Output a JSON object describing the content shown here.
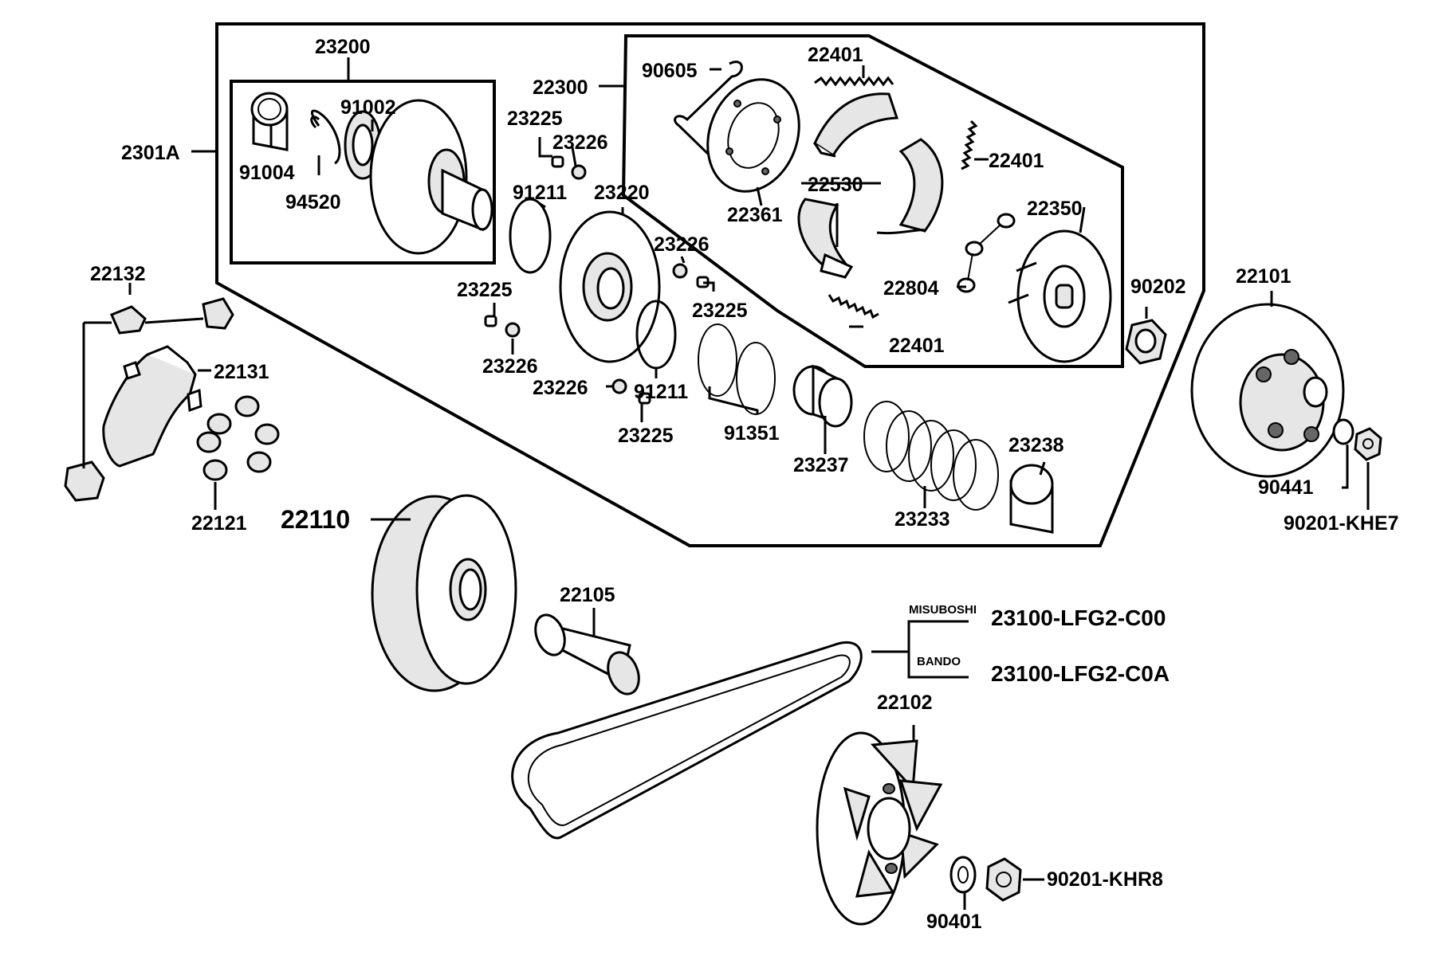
{
  "labels": {
    "p23200": "23200",
    "p91002": "91002",
    "p91004": "91004",
    "p94520": "94520",
    "p2301A": "2301A",
    "p22300": "22300",
    "p90605": "90605",
    "p22401a": "22401",
    "p22401b": "22401",
    "p22401c": "22401",
    "p23225a": "23225",
    "p23226a": "23226",
    "p91211a": "91211",
    "p23220": "23220",
    "p22361": "22361",
    "p22530": "22530",
    "p22350": "22350",
    "p23226b": "23226",
    "p23225b": "23225",
    "p23225c": "23225",
    "p22804": "22804",
    "p90202": "90202",
    "p22101": "22101",
    "p22132": "22132",
    "p22131": "22131",
    "p23226c": "23226",
    "p23226d": "23226",
    "p91211b": "91211",
    "p23225d": "23225",
    "p91351": "91351",
    "p23237": "23237",
    "p23238": "23238",
    "p23233": "23233",
    "p90441": "90441",
    "p90201KHE7": "90201-KHE7",
    "p22121": "22121",
    "p22110": "22110",
    "p22105": "22105",
    "misuboshi": "MISUBOSHI",
    "bando": "BANDO",
    "belt_c00": "23100-LFG2-C00",
    "belt_c0a": "23100-LFG2-C0A",
    "p22102": "22102",
    "p90201KHR8": "90201-KHR8",
    "p90401": "90401"
  }
}
